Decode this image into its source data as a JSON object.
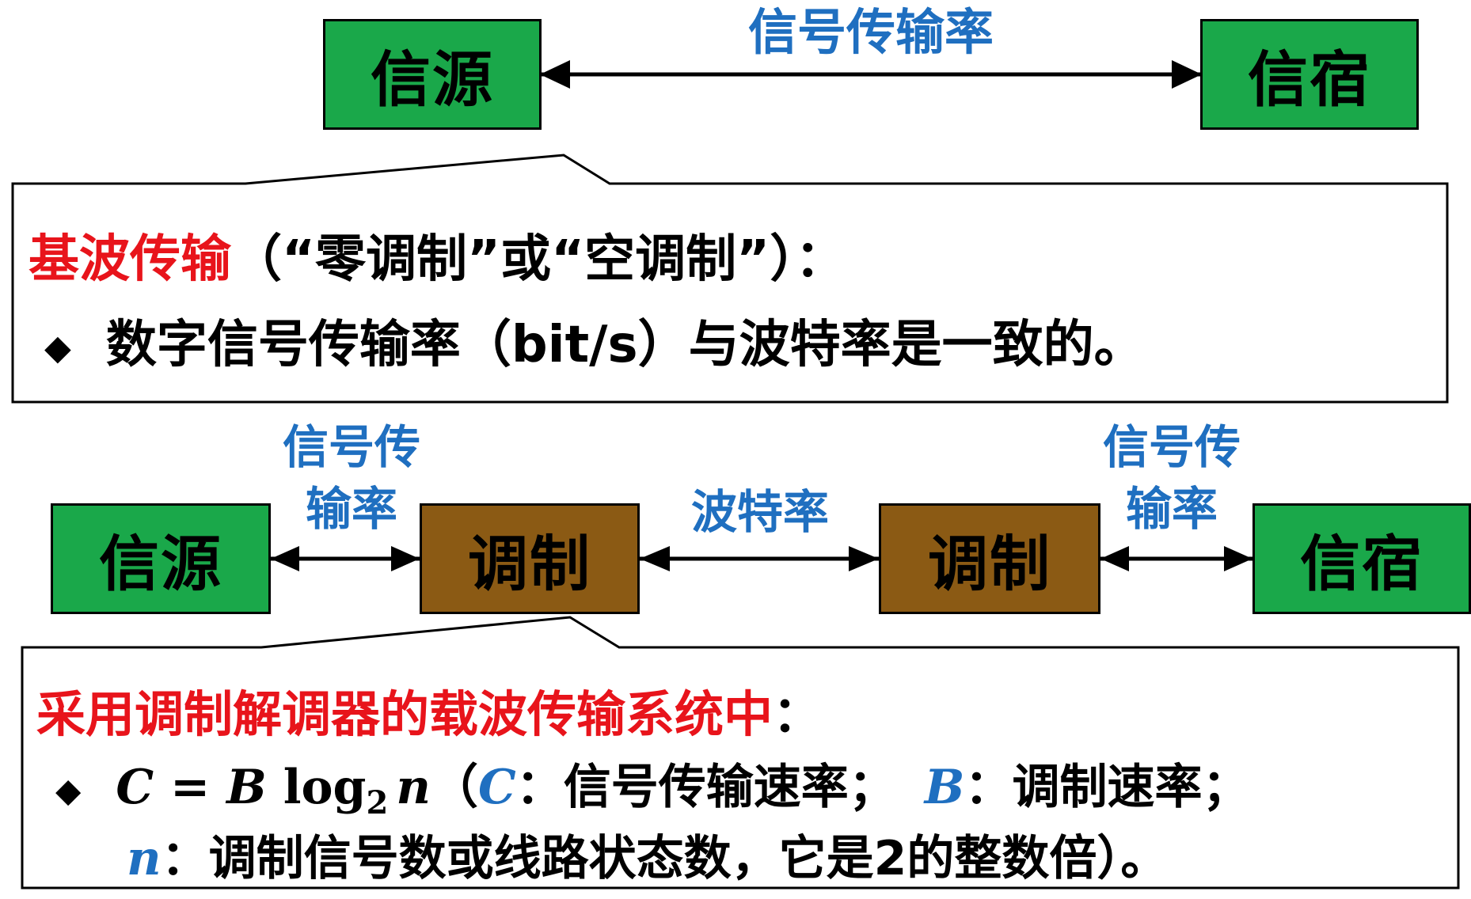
{
  "top": {
    "source": "信源",
    "sink": "信宿",
    "link_label": "信号传输率"
  },
  "callout1": {
    "heading_red": "基波传输",
    "heading_rest": "（“零调制”或“空调制”）：",
    "bullet": "◆",
    "line1": "数字信号传输率（bit/s）与波特率是一致的。"
  },
  "bottom": {
    "source": "信源",
    "modulator_left": "调制",
    "modulator_right": "调制",
    "sink": "信宿",
    "left_label_1": "信号传",
    "left_label_2": "输率",
    "middle_label": "波特率",
    "right_label_1": "信号传",
    "right_label_2": "输率"
  },
  "callout2": {
    "heading_red": "采用调制解调器的载波传输系统中",
    "heading_colon": "：",
    "bullet": "◆",
    "formula_C": "C",
    "formula_eq": " = ",
    "formula_B": "B",
    "formula_log": " log",
    "formula_sub": "2",
    "formula_n": "n",
    "paren_open": "（",
    "sym_C": "C",
    "desc_C": "：信号传输速率；",
    "sym_B": "B",
    "desc_B": "：调制速率；",
    "sym_n": "n",
    "desc_n": "：调制信号数或线路状态数，它是2的整数倍）。"
  },
  "colors": {
    "green": "#1aa84a",
    "brown": "#8b5a14",
    "blue": "#1f6fc0",
    "red": "#e8141b"
  }
}
